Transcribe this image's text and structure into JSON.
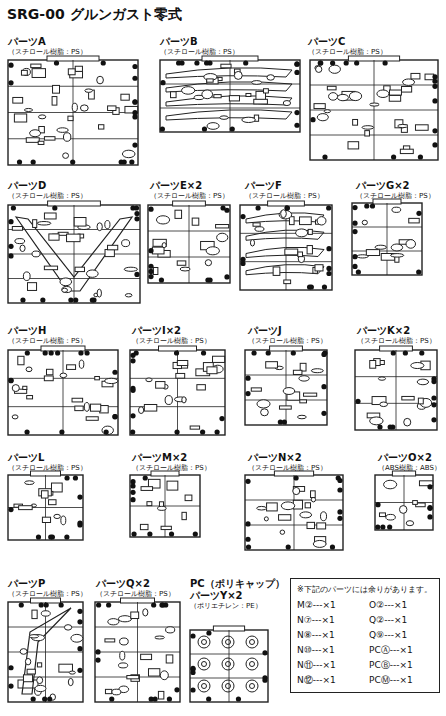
{
  "diagram": {
    "title": "SRG-00 グルンガスト零式",
    "nodes": [
      {
        "text": [
          "パーツA",
          "（スチロール樹脂：PS）"
        ]
      },
      {
        "text": [
          "パーツB",
          "（スチロール樹脂：PS）"
        ]
      },
      {
        "text": [
          "パーツC",
          "（スチロール樹脂：PS）"
        ]
      },
      {
        "text": [
          "パーツD",
          "（スチロール樹脂：PS）"
        ]
      },
      {
        "text": [
          "パーツE×2",
          "（スチロール樹脂：PS）"
        ]
      },
      {
        "text": [
          "パーツF",
          "（スチロール樹脂：PS）"
        ]
      },
      {
        "text": [
          "パーツG×2",
          "（スチロール樹脂：PS）"
        ]
      },
      {
        "text": [
          "パーツH",
          "（スチロール樹脂：PS）"
        ]
      },
      {
        "text": [
          "パーツI×2",
          "（スチロール樹脂：PS）"
        ]
      },
      {
        "text": [
          "パーツJ",
          "（スチロール樹脂：PS）"
        ]
      },
      {
        "text": [
          "パーツK×2",
          "（スチロール樹脂：PS）"
        ]
      },
      {
        "text": [
          "パーツL",
          "（スチロール樹脂：PS）"
        ]
      },
      {
        "text": [
          "パーツM×2",
          "（スチロール樹脂：PS）"
        ]
      },
      {
        "text": [
          "パーツN×2",
          "（スチロール樹脂：PS）"
        ]
      },
      {
        "text": [
          "パーツO×2",
          "（ABS樹脂：ABS）"
        ]
      },
      {
        "text": [
          "パーツP",
          "（スチロール樹脂：PS）"
        ]
      },
      {
        "text": [
          "パーツQ×2",
          "（スチロール樹脂：PS）"
        ]
      },
      {
        "text": [
          "PC（ポリキャップ）",
          "パーツY×2",
          "（ポリエチレン：PE）"
        ]
      },
      {
        "text": [
          "※下記のパーツには余りがあります。",
          "M②---×1",
          "N⑦---×1",
          "N⑧---×1",
          "N⑩---×1",
          "N⑪---×1",
          "N⑫---×1",
          "O②---×1",
          "Q②---×1",
          "Q⑨---×1",
          "PCⒶ---×1",
          "PCⒷ---×1",
          "PCⓂ---×1"
        ]
      }
    ]
  }
}
